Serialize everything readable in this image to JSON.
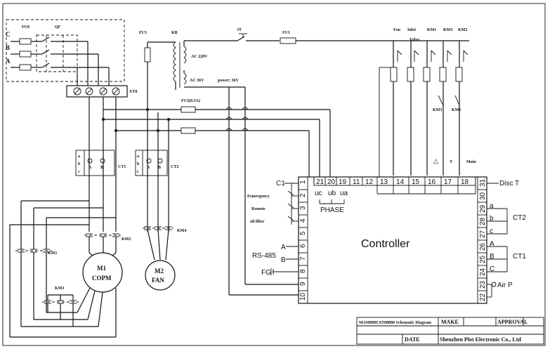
{
  "phases": [
    "C",
    "B",
    "A"
  ],
  "fuses": {
    "fu0": "FU0",
    "qf": "QF",
    "fu3": "FU3",
    "fu1": "FU1",
    "fu2": "FU2(0.5A)"
  },
  "transformer": {
    "name": "KB",
    "ac220": "AC 220V",
    "ac36": "AC 36V",
    "power": "power: 36V"
  },
  "jt": "JT",
  "xt0": "XT0",
  "ct1": "CT1",
  "ct2": "CT2",
  "ct_terms": [
    "a",
    "b",
    "c"
  ],
  "ct_ab": [
    "A",
    "B"
  ],
  "contactors": {
    "km1": "KM1",
    "km2": "KM2",
    "km3": "KM3",
    "km4": "KM4"
  },
  "motors": {
    "m1": {
      "name": "M1",
      "label": "COPM"
    },
    "m2": {
      "name": "M2",
      "label": "FAN"
    }
  },
  "relays": [
    "Fan",
    "Inlet\nValve",
    "KM1",
    "KM3",
    "KM2"
  ],
  "relay_fan": "Fan",
  "relay_inlet": "Inlet",
  "relay_valve": "Valve",
  "relay_km1": "KM1",
  "relay_km3": "KM3",
  "relay_km2": "KM2",
  "inter_km3": "KM3",
  "inter_km1": "KM1",
  "triangle": "△",
  "y_label": "Y",
  "main_label": "Main",
  "controller": {
    "title": "Controller",
    "top_terms": [
      "21",
      "20",
      "19",
      "11",
      "12",
      "13",
      "14",
      "15",
      "16",
      "17",
      "18"
    ],
    "left_terms": [
      "1",
      "2",
      "3",
      "4",
      "5",
      "6",
      "7",
      "8",
      "9",
      "10"
    ],
    "right_terms": [
      "31",
      "30",
      "29",
      "28",
      "27",
      "26",
      "25",
      "24",
      "23",
      "22"
    ],
    "phase_uc": "uc",
    "phase_ub": "ub",
    "phase_ua": "ua",
    "phase_label": "PHASE",
    "c1": "C1",
    "emergency": "Eemergency",
    "remote": "Remote",
    "oil_filter": "oil filter",
    "rs485": "RS-485",
    "rs_a": "A",
    "rs_b": "B",
    "fg": "FG",
    "disc_t": "Disc T",
    "ct2_a": "a",
    "ct2_b": "b",
    "ct2_c": "c",
    "ct2_label": "CT2",
    "ct1_a": "A",
    "ct1_b": "B",
    "ct1_c": "C",
    "ct1_label": "CT1",
    "air_p": "Air P"
  },
  "title_block": {
    "drawing": "MAM880C6T08880 Schematic Diagram",
    "make": "MAKE",
    "approval": "APPROVAL",
    "date": "DATE",
    "company": "Shenzhen Plot Electronic Co., Ltd"
  }
}
